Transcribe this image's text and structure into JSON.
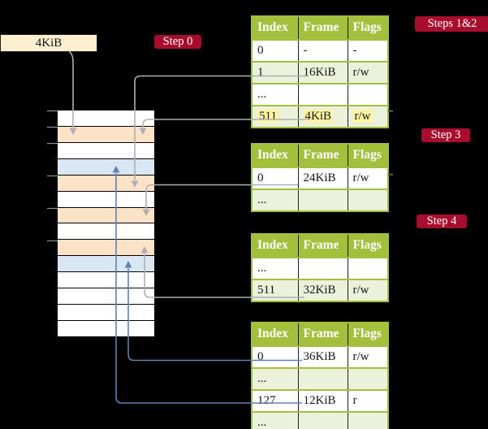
{
  "frame_size_label": "4KiB",
  "badges": {
    "step0": "Step 0",
    "steps12": "Steps 1&2",
    "step3": "Step 3",
    "step4": "Step 4"
  },
  "table_headers": [
    "Index",
    "Frame",
    "Flags"
  ],
  "tables": [
    {
      "name": "page-table-steps-1-2",
      "rows": [
        [
          "0",
          "-",
          "-"
        ],
        [
          "1",
          "16KiB",
          "r/w"
        ],
        [
          "...",
          "",
          ""
        ],
        [
          "511",
          "4KiB",
          "r/w"
        ]
      ],
      "shaded": [
        false,
        true,
        false,
        true
      ],
      "highlighted_row": 3
    },
    {
      "name": "page-table-step-3",
      "rows": [
        [
          "0",
          "24KiB",
          "r/w"
        ],
        [
          "...",
          "",
          ""
        ]
      ],
      "shaded": [
        false,
        true
      ],
      "highlighted_row": -1
    },
    {
      "name": "page-table-step-4-upper",
      "rows": [
        [
          "...",
          "",
          ""
        ],
        [
          "511",
          "32KiB",
          "r/w"
        ]
      ],
      "shaded": [
        false,
        true
      ],
      "highlighted_row": -1
    },
    {
      "name": "page-table-step-4-lower",
      "rows": [
        [
          "0",
          "36KiB",
          "r/w"
        ],
        [
          "...",
          "",
          ""
        ],
        [
          "127",
          "12KiB",
          "r"
        ],
        [
          "...",
          "",
          ""
        ]
      ],
      "shaded": [
        false,
        true,
        false,
        true
      ],
      "highlighted_row": -1
    }
  ],
  "memory": {
    "rows": [
      "white",
      "orange",
      "white",
      "blue",
      "orange",
      "white",
      "orange",
      "white",
      "orange",
      "blue",
      "white",
      "white",
      "white",
      "white"
    ]
  },
  "colors": {
    "background": "#000000",
    "table_header_green": "#a3bf3c",
    "table_row_green": "#ebf1da",
    "badge_red": "#a90d2e",
    "label_cream": "#fcf0d0",
    "highlight_yellow": "#fdf5a4",
    "mem_pagetable_orange": "#fce3c8",
    "mem_data_blue": "#d9e6f4",
    "arrow_gray": "#aeaeb4",
    "arrow_blue": "#5f81b5"
  }
}
